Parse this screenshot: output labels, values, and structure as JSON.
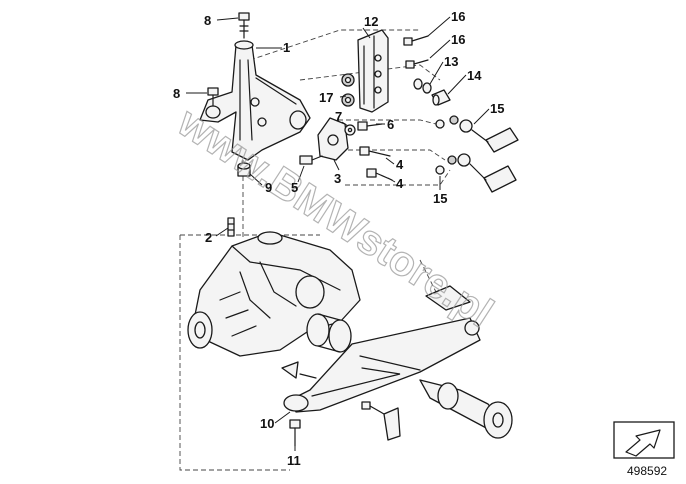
{
  "callouts": {
    "c1": "1",
    "c2": "2",
    "c3": "3",
    "c4a": "4",
    "c4b": "4",
    "c5": "5",
    "c6": "6",
    "c7": "7",
    "c8a": "8",
    "c8b": "8",
    "c9": "9",
    "c10": "10",
    "c11": "11",
    "c12": "12",
    "c13": "13",
    "c14": "14",
    "c15a": "15",
    "c15b": "15",
    "c16a": "16",
    "c16b": "16",
    "c17": "17"
  },
  "watermark": "www.BMWstore.pl",
  "reference_number": "498592",
  "colors": {
    "ink": "#1a1a1a",
    "watermark": "#9a9a9a",
    "background": "#ffffff"
  }
}
